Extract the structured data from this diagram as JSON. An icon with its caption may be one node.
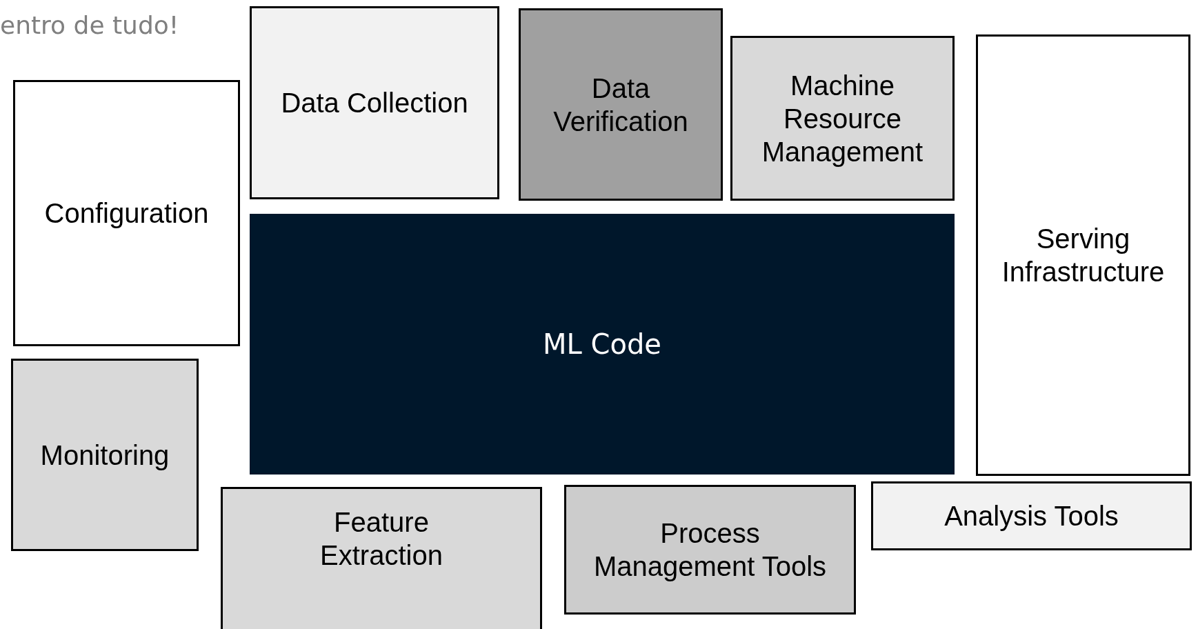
{
  "diagram": {
    "nodes": [
      {
        "text": [
          "Data Collection"
        ]
      },
      {
        "text": [
          "Data Verification"
        ]
      },
      {
        "text": [
          "Machine Resource Management"
        ]
      },
      {
        "text": [
          "Configuration"
        ]
      },
      {
        "text": [
          "Serving Infrastructure"
        ]
      },
      {
        "text": [
          "ML Code"
        ]
      },
      {
        "text": [
          "Monitoring"
        ]
      },
      {
        "text": [
          "Analysis Tools"
        ]
      },
      {
        "text": [
          "Process Management Tools"
        ]
      },
      {
        "text": [
          "Feature Extraction"
        ]
      }
    ],
    "labels": [
      "entro de tudo!"
    ]
  }
}
